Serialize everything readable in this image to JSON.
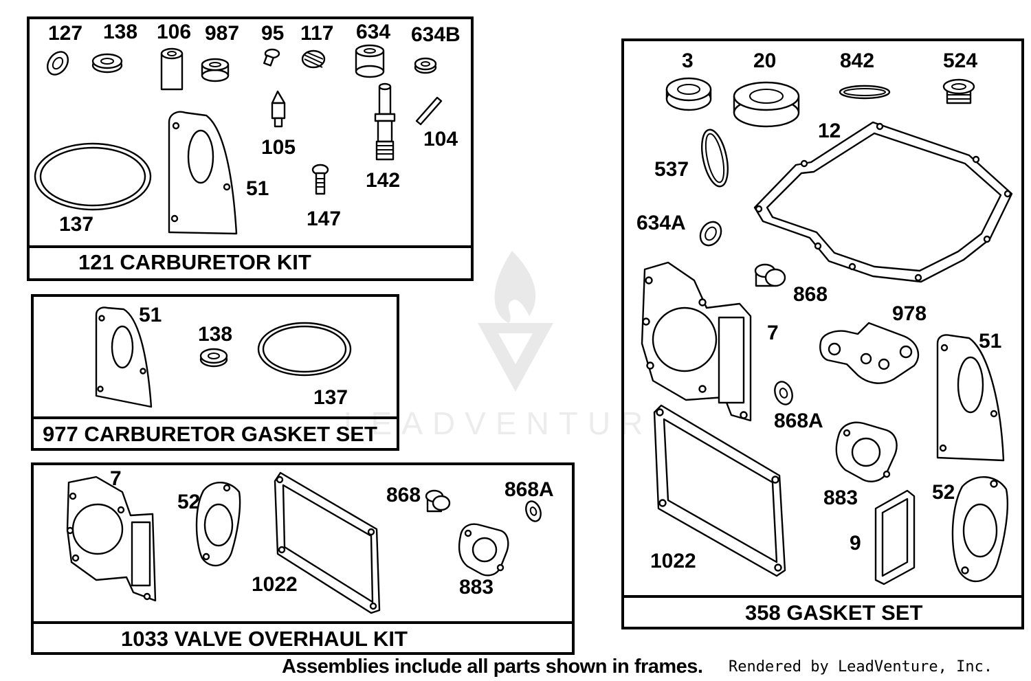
{
  "watermark": {
    "text": "LEADVENTURE"
  },
  "frames": {
    "carb_kit": {
      "title": "121 CARBURETOR KIT",
      "labels": [
        "127",
        "138",
        "106",
        "987",
        "95",
        "117",
        "634",
        "634B",
        "105",
        "104",
        "142",
        "51",
        "147",
        "137"
      ]
    },
    "carb_gasket": {
      "title": "977 CARBURETOR GASKET SET",
      "labels": [
        "51",
        "138",
        "137"
      ]
    },
    "valve_kit": {
      "title": "1033 VALVE OVERHAUL KIT",
      "labels": [
        "7",
        "52",
        "868",
        "868A",
        "1022",
        "883"
      ]
    },
    "gasket_set": {
      "title": "358 GASKET SET",
      "labels": [
        "3",
        "20",
        "842",
        "524",
        "12",
        "537",
        "634A",
        "868",
        "978",
        "7",
        "51",
        "868A",
        "883",
        "52",
        "9",
        "1022"
      ]
    }
  },
  "footer": {
    "note": "Assemblies include all parts shown in frames.",
    "credit": "Rendered by LeadVenture, Inc."
  }
}
